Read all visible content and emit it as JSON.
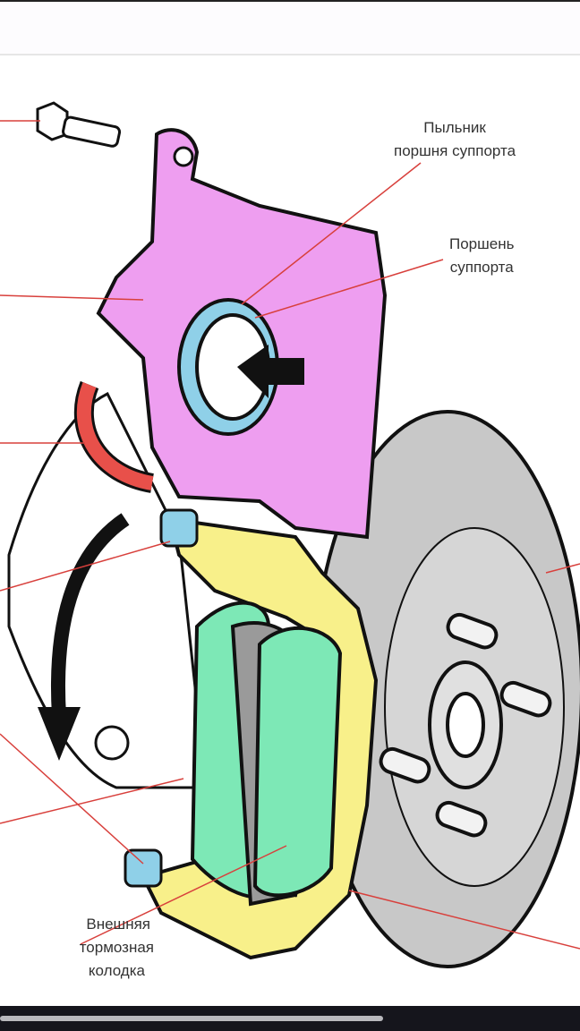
{
  "labels": {
    "piston_boot": [
      "Пыльник",
      "поршня суппорта"
    ],
    "piston": [
      "Поршень",
      "суппорта"
    ],
    "outer_pad": [
      "Внешняя",
      "тормозная",
      "колодка"
    ]
  },
  "colors": {
    "caliper": "#ee9ef0",
    "bracket": "#f8f08a",
    "pads": "#7de8b6",
    "disc": "#c8c8c8",
    "hose": "#e8504a",
    "leader_lines": "#d8403c",
    "seals": "#8fd0e8"
  },
  "viewer": {
    "scroll_progress": 0.66
  }
}
